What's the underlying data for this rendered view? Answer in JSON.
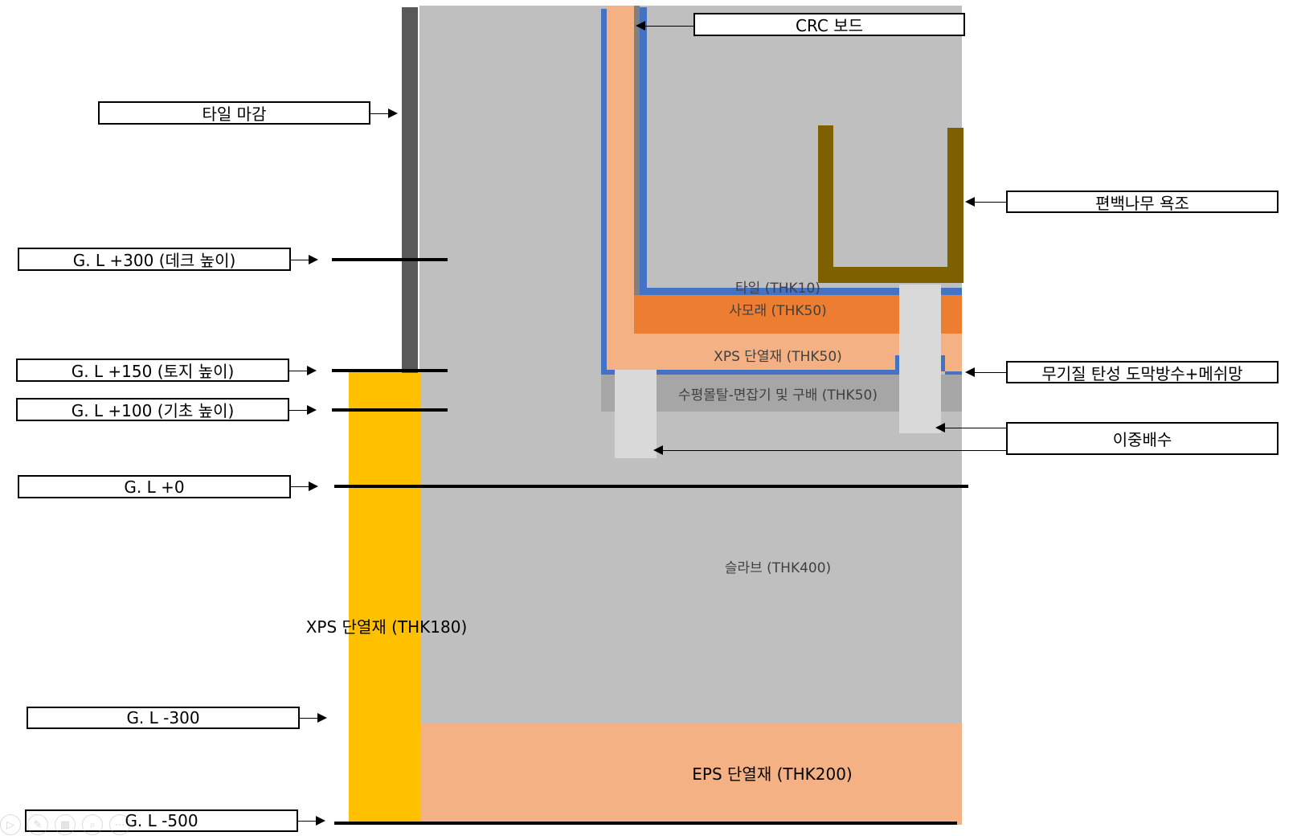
{
  "diagram": {
    "title": "욕실 바닥 단면 상세",
    "colors": {
      "slab": "#bfbfbf",
      "tile_finish": "#595959",
      "xps_outer": "#ffc000",
      "eps": "#f4b183",
      "xps_inner": "#f4b183",
      "sand_mortar": "#ed7d31",
      "waterproof": "#4472c4",
      "crc_board": "#808080",
      "leveling_mortar": "#a6a6a6",
      "drain": "#d9d9d9",
      "bathtub": "#7f6000"
    },
    "callouts": {
      "crc_board": "CRC 보드",
      "tile_finish": "타일 마감",
      "bathtub": "편백나무 욕조",
      "waterproofing": "무기질 탄성 도막방수+메쉬망",
      "double_drain": "이중배수"
    },
    "levels": [
      {
        "label": "G. L +300 (데크 높이)",
        "value": 300
      },
      {
        "label": "G. L +150 (토지 높이)",
        "value": 150
      },
      {
        "label": "G. L +100 (기초 높이)",
        "value": 100
      },
      {
        "label": "G. L +0",
        "value": 0
      },
      {
        "label": "G. L -300",
        "value": -300
      },
      {
        "label": "G. L -500",
        "value": -500
      }
    ],
    "layers": {
      "tile": "타일 (THK10)",
      "sand": "사모래 (THK50)",
      "xps_inner": "XPS 단열재 (THK50)",
      "leveling": "수평몰탈-면잡기 및 구배 (THK50)",
      "slab": "슬라브 (THK400)",
      "xps_outer": "XPS 단열재 (THK180)",
      "eps": "EPS 단열재 (THK200)"
    }
  },
  "viewer_toolbar": {
    "icons": [
      "play-icon",
      "pen-icon",
      "slides-icon",
      "zoom-icon",
      "more-icon"
    ]
  }
}
